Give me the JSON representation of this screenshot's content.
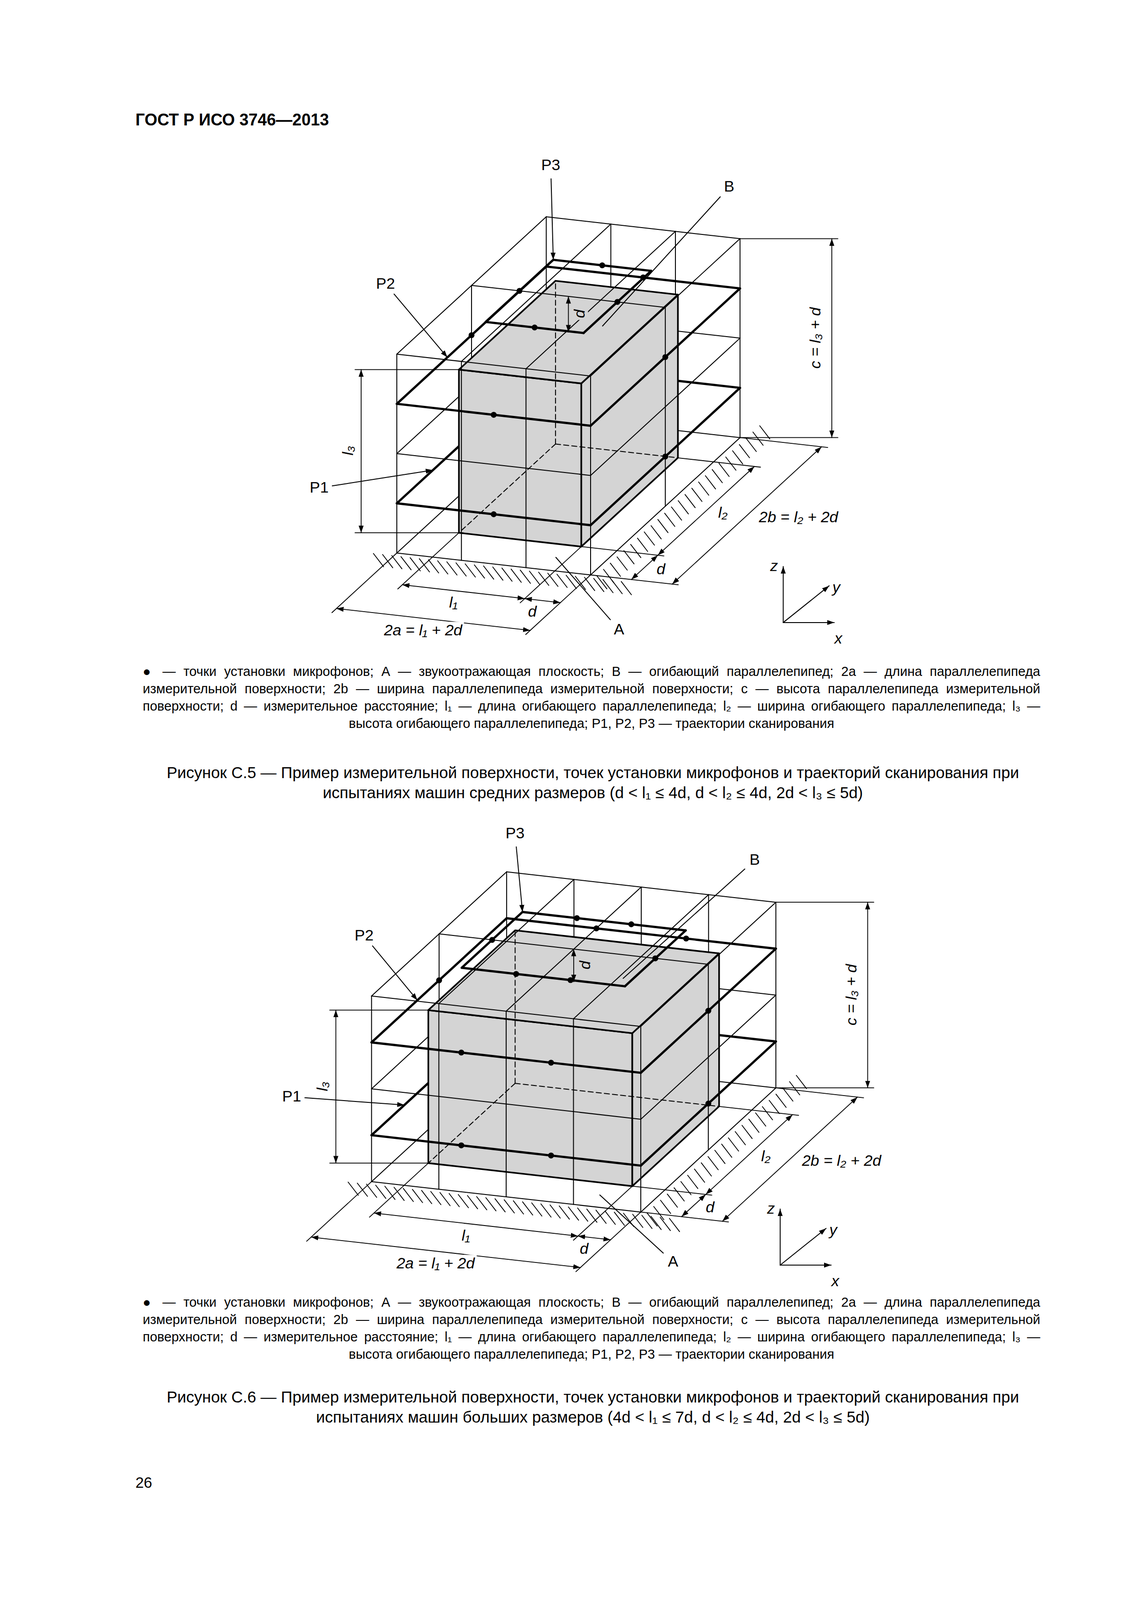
{
  "diagram": {
    "title": "ГОСТ Р ИСО 3746—2013",
    "labels": [
      "P3",
      "B",
      "P2",
      "P1",
      "d",
      "c = l₃ + d",
      "l₃",
      "l₂",
      "2b = l₂ + 2d",
      "d",
      "z",
      "y",
      "x",
      "l₁",
      "d",
      "2a = l₁ + 2d",
      "A",
      "● — точки установки микрофонов; А — звукоотражающая плоскость; В — огибающий параллелепипед; 2a — длина параллелепипеда измерительной поверхности; 2b — ширина параллелепипеда измерительной поверхности; c — высота параллелепипеда измерительной поверхности; d — измерительное расстояние; l₁ — длина огибающего параллелепипеда; l₂ — ширина огибающего параллелепипеда; l₃ — высота огибающего параллелепипеда; P1, P2, P3 — траектории сканирования",
      "Рисунок С.5 — Пример измерительной поверхности, точек установки микрофонов и траекторий сканирования при испытаниях машин средних размеров (d < l₁ ≤ 4d, d < l₂ ≤ 4d, 2d < l₃ ≤ 5d)",
      "P3",
      "B",
      "P2",
      "P1",
      "d",
      "c = l₃ + d",
      "l₃",
      "l₂",
      "2b = l₂ + 2d",
      "d",
      "z",
      "y",
      "x",
      "l₁",
      "d",
      "2a = l₁ + 2d",
      "A",
      "● — точки установки микрофонов; А — звукоотражающая плоскость; В — огибающий параллелепипед; 2a — длина параллелепипеда измерительной поверхности; 2b — ширина параллелепипеда измерительной поверхности; c — высота параллелепипеда измерительной поверхности; d — измерительное расстояние; l₁ — длина огибающего параллелепипеда; l₂ — ширина огибающего параллелепипеда; l₃ — высота огибающего параллелепипеда; P1, P2, P3 — траектории сканирования",
      "Рисунок С.6 — Пример измерительной поверхности, точек установки микрофонов и траекторий сканирования при испытаниях машин больших размеров (4d < l₁ ≤ 7d, d < l₂ ≤ 4d, 2d < l₃ ≤ 5d)",
      "26"
    ]
  }
}
